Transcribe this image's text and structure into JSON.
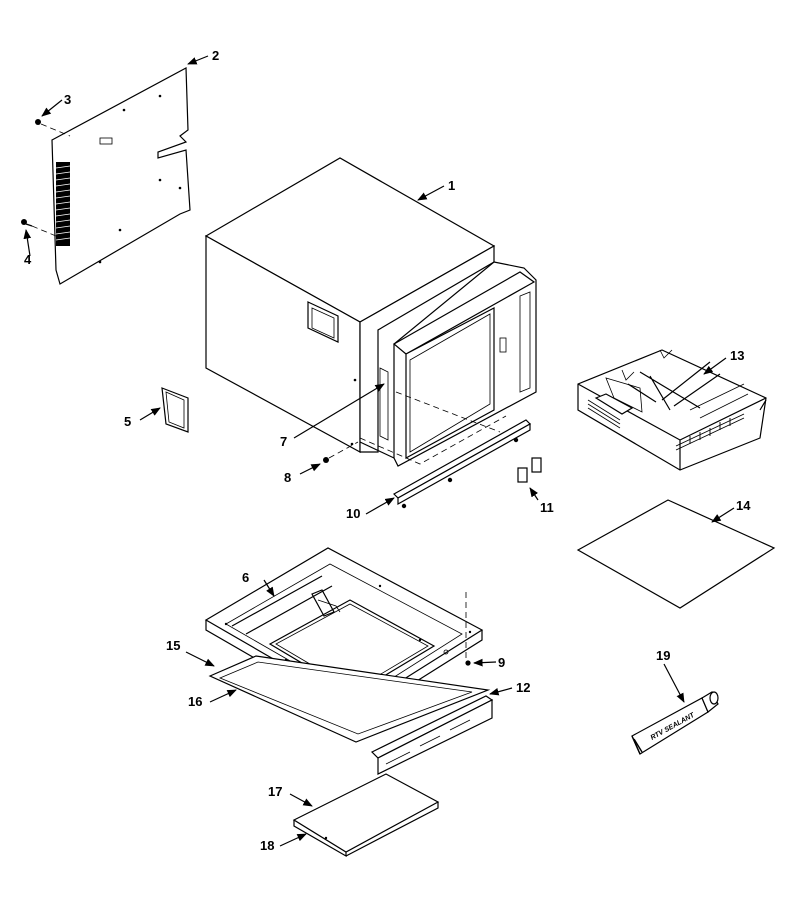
{
  "callouts": {
    "c1": "1",
    "c2": "2",
    "c3": "3",
    "c4": "4",
    "c5": "5",
    "c6": "6",
    "c7": "7",
    "c8": "8",
    "c9": "9",
    "c10": "10",
    "c11": "11",
    "c12": "12",
    "c13": "13",
    "c14": "14",
    "c15": "15",
    "c16": "16",
    "c17": "17",
    "c18": "18",
    "c19": "19"
  },
  "tube_label": "RTV SEALANT",
  "colors": {
    "line": "#000000",
    "background": "#ffffff"
  }
}
